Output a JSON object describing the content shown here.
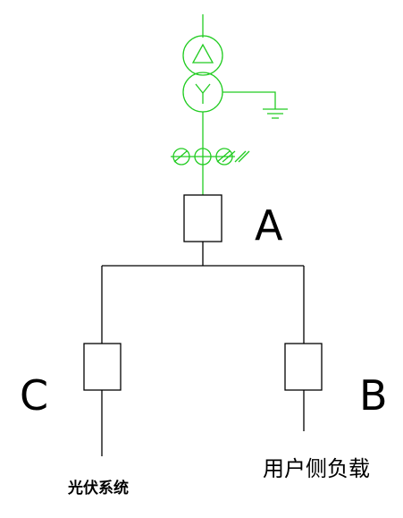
{
  "labels": {
    "breaker_a": "A",
    "breaker_b": "B",
    "breaker_c": "C",
    "pv_system": "光伏系统",
    "user_load": "用户侧负载"
  },
  "colors": {
    "line": "#000000",
    "transformer": "#22cc22",
    "background": "#ffffff"
  }
}
